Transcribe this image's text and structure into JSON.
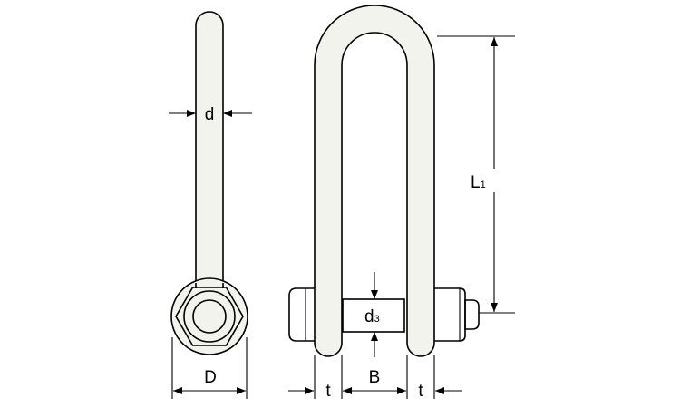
{
  "colors": {
    "line": "#000000",
    "body": "#f3f3ee",
    "background": "#ffffff"
  },
  "dimensions": {
    "d": "d",
    "D": "D",
    "L1": {
      "main": "L",
      "sub": "1"
    },
    "d3": {
      "main": "d",
      "sub": "3"
    },
    "B": "B",
    "t_left": "t",
    "t_right": "t"
  }
}
